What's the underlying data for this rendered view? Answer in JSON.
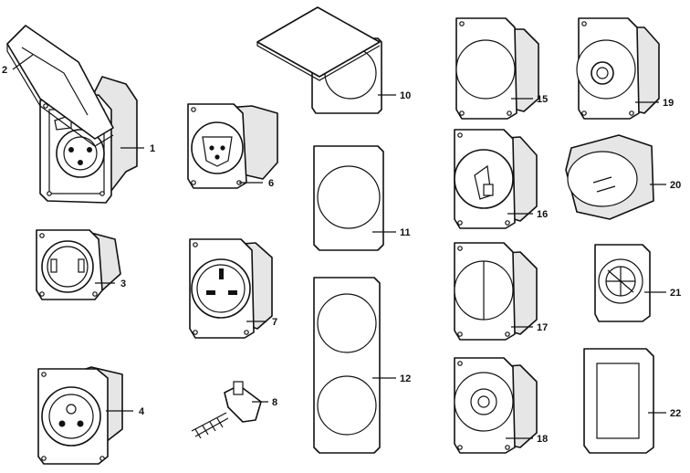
{
  "parts": [
    {
      "id": "part-1",
      "label": "1"
    },
    {
      "id": "part-2",
      "label": "2"
    },
    {
      "id": "part-3",
      "label": "3"
    },
    {
      "id": "part-4",
      "label": "4"
    },
    {
      "id": "part-6",
      "label": "6"
    },
    {
      "id": "part-7",
      "label": "7"
    },
    {
      "id": "part-8",
      "label": "8"
    },
    {
      "id": "part-10",
      "label": "10"
    },
    {
      "id": "part-11",
      "label": "11"
    },
    {
      "id": "part-12",
      "label": "12"
    },
    {
      "id": "part-15",
      "label": "15"
    },
    {
      "id": "part-16",
      "label": "16"
    },
    {
      "id": "part-17",
      "label": "17"
    },
    {
      "id": "part-18",
      "label": "18"
    },
    {
      "id": "part-19",
      "label": "19"
    },
    {
      "id": "part-20",
      "label": "20"
    },
    {
      "id": "part-21",
      "label": "21"
    },
    {
      "id": "part-22",
      "label": "22"
    }
  ]
}
